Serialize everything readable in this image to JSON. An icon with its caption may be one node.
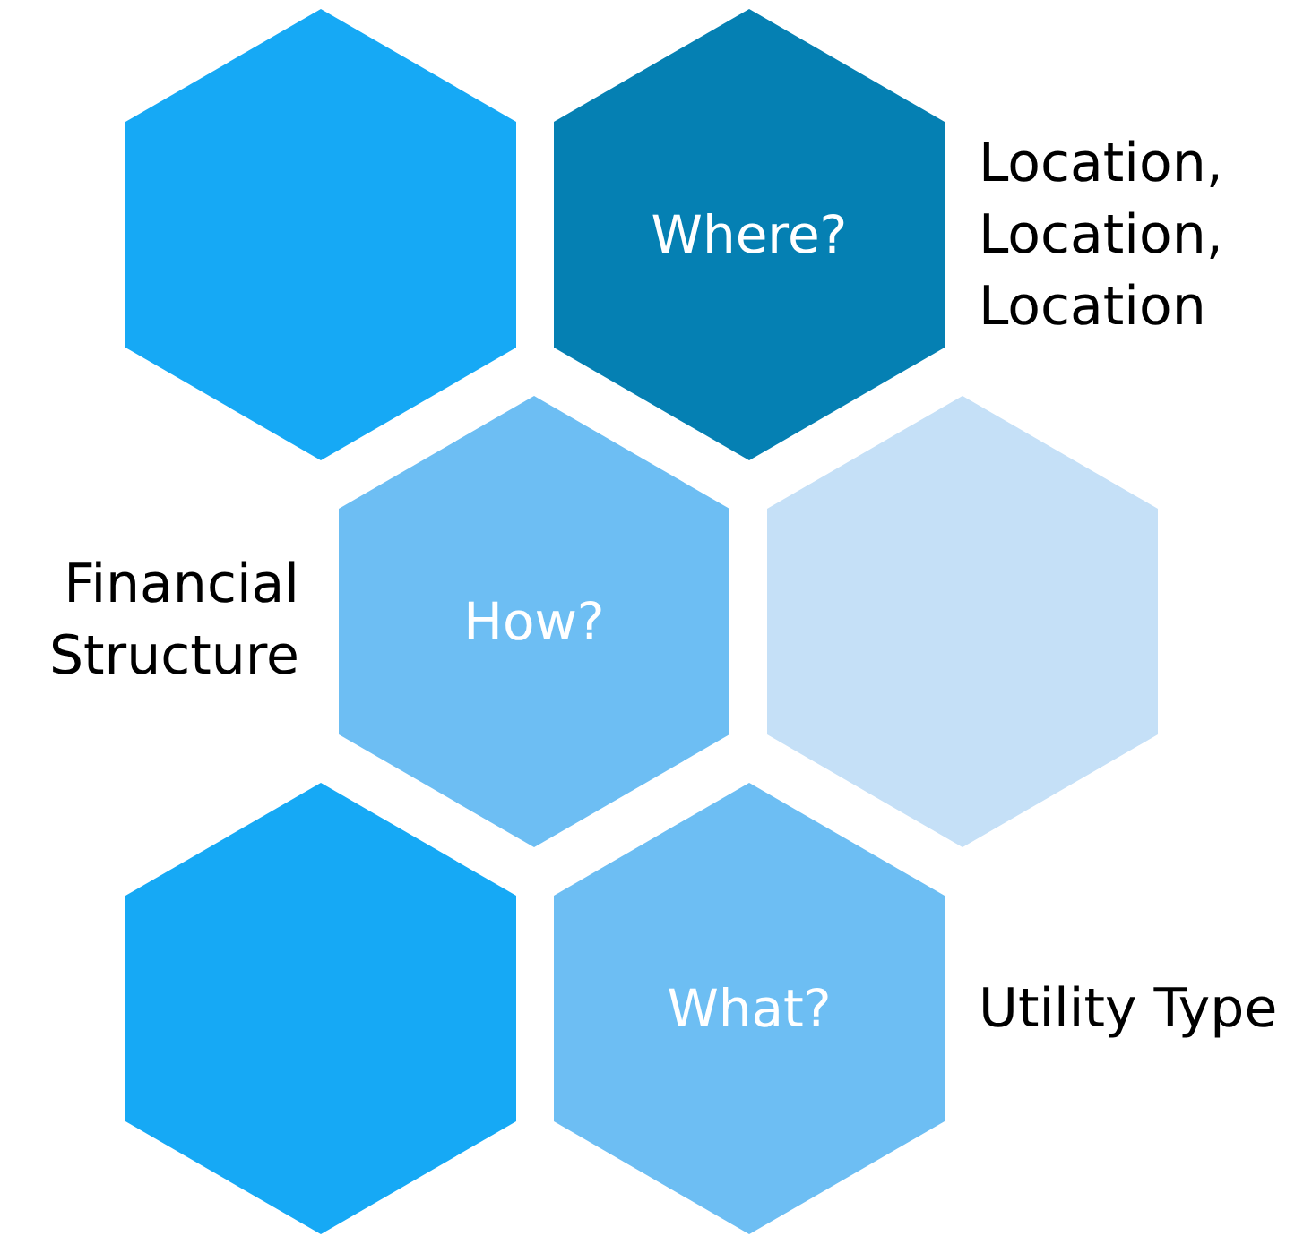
{
  "diagram": {
    "nodes": [
      {
        "text": [],
        "shape": "hexagon"
      },
      {
        "text": [
          "Where?"
        ],
        "beside": [
          "Location, Location, Location"
        ]
      },
      {
        "text": [
          "How?"
        ],
        "beside": [
          "Financial Structure"
        ]
      },
      {
        "text": [],
        "shape": "hexagon"
      },
      {
        "text": [],
        "shape": "hexagon"
      },
      {
        "text": [
          "What?"
        ],
        "beside": [
          "Utility Type"
        ]
      }
    ]
  }
}
